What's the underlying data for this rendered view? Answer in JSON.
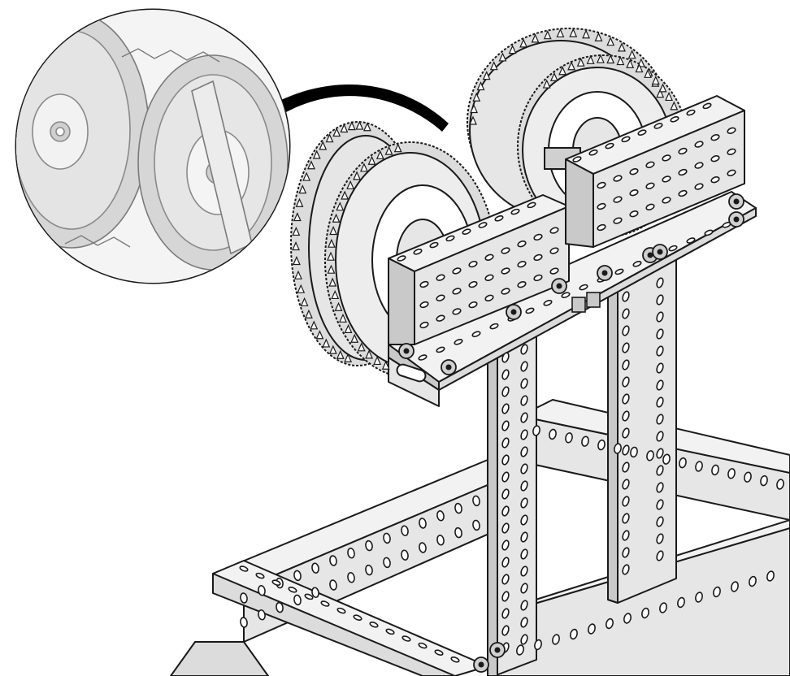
{
  "illustration": {
    "kind": "assembly-instruction-drawing",
    "palette": {
      "background": "#ffffff",
      "metal": "#e6e6e6",
      "metal_light": "#f2f2f2",
      "metal_dark": "#c9c9c9",
      "rubber": "#dcdcdc",
      "outline": "#1a1a1a",
      "callout_connector": "#000000",
      "detail_tint": "#c4c4c4"
    },
    "parts": {
      "wheels": [
        "front-spiked-wheel-pair",
        "rear-spiked-wheel-pair"
      ],
      "brackets": [
        "front-top-plate",
        "rear-top-plate",
        "left-vertical-channel",
        "right-vertical-channel"
      ],
      "frame": [
        "lower-front-channel",
        "lower-rear-channel",
        "lower-left-channel",
        "lower-right-channel"
      ],
      "fasteners": [
        "button-head-screws",
        "hex-nuts"
      ]
    },
    "callout": {
      "shape": "circle",
      "content": "magnified-wheel-detail"
    }
  }
}
